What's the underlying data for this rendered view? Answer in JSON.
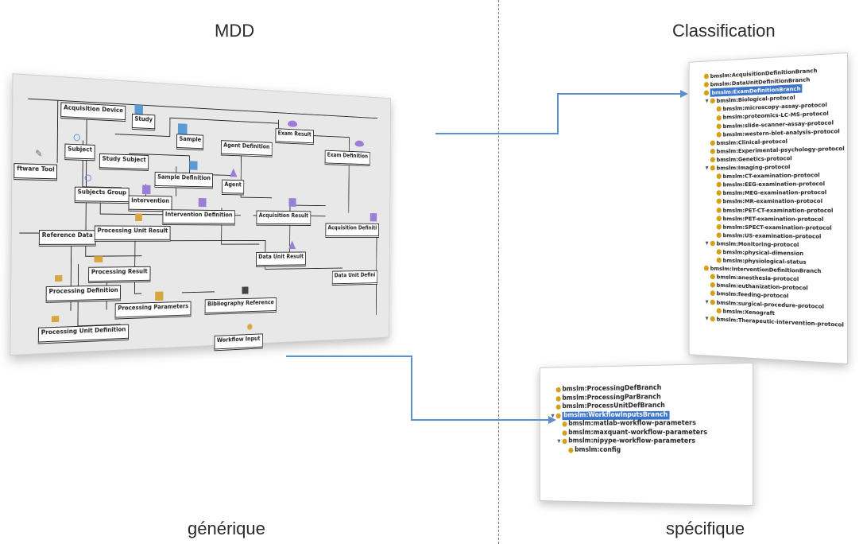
{
  "headings": {
    "mdd": "MDD",
    "classification": "Classification",
    "generique": "générique",
    "specifique": "spécifique"
  },
  "colors": {
    "arrow": "#5b8fd0",
    "selected": "#3b74c9",
    "node_dot": "#d4a017"
  },
  "mdd_boxes": [
    {
      "id": "acq-device",
      "label": "Acquisition Device"
    },
    {
      "id": "study",
      "label": "Study"
    },
    {
      "id": "sample",
      "label": "Sample"
    },
    {
      "id": "exam-result",
      "label": "Exam Result"
    },
    {
      "id": "subject",
      "label": "Subject"
    },
    {
      "id": "study-subject",
      "label": "Study Subject"
    },
    {
      "id": "agent-def",
      "label": "Agent Definition"
    },
    {
      "id": "exam-def",
      "label": "Exam Definition"
    },
    {
      "id": "software-tool",
      "label": "ftware Tool"
    },
    {
      "id": "sample-def",
      "label": "Sample Definition"
    },
    {
      "id": "subjects-group",
      "label": "Subjects Group"
    },
    {
      "id": "intervention",
      "label": "Intervention"
    },
    {
      "id": "agent",
      "label": "Agent"
    },
    {
      "id": "intervention-def",
      "label": "Intervention Definition"
    },
    {
      "id": "acq-result",
      "label": "Acquisition Result"
    },
    {
      "id": "acq-def",
      "label": "Acquisition Definiti"
    },
    {
      "id": "reference-data",
      "label": "Reference Data"
    },
    {
      "id": "proc-unit-result",
      "label": "Processing Unit Result"
    },
    {
      "id": "data-unit-result",
      "label": "Data Unit Result"
    },
    {
      "id": "processing-result",
      "label": "Processing Result"
    },
    {
      "id": "data-unit-def",
      "label": "Data Unit Defini"
    },
    {
      "id": "processing-def",
      "label": "Processing Definition"
    },
    {
      "id": "processing-params",
      "label": "Processing Parameters"
    },
    {
      "id": "biblio-ref",
      "label": "Bibliography Reference"
    },
    {
      "id": "proc-unit-def",
      "label": "Processing Unit Definition"
    },
    {
      "id": "workflow-input",
      "label": "Workflow Input"
    }
  ],
  "classification_tree": [
    {
      "label": "bmslm:AcquisitionDefinitionBranch",
      "level": 0
    },
    {
      "label": "bmslm:DataUnitDefinitionBranch",
      "level": 0
    },
    {
      "label": "bmslm:ExamDefinitionBranch",
      "level": 0,
      "selected": true
    },
    {
      "label": "bmslm:Biological-protocol",
      "level": 1,
      "expanded": true
    },
    {
      "label": "bmslm:microscopy-assay-protocol",
      "level": 2
    },
    {
      "label": "bmslm:proteomics-LC-MS-protocol",
      "level": 2
    },
    {
      "label": "bmslm:slide-scanner-assay-protocol",
      "level": 2
    },
    {
      "label": "bmslm:western-blot-analysis-protocol",
      "level": 2
    },
    {
      "label": "bmslm:Clinical-protocol",
      "level": 1
    },
    {
      "label": "bmslm:Experimental-psychology-protocol",
      "level": 1
    },
    {
      "label": "bmslm:Genetics-protocol",
      "level": 1
    },
    {
      "label": "bmslm:Imaging-protocol",
      "level": 1,
      "expanded": true
    },
    {
      "label": "bmslm:CT-examination-protocol",
      "level": 2
    },
    {
      "label": "bmslm:EEG-examination-protocol",
      "level": 2
    },
    {
      "label": "bmslm:MEG-examination-protocol",
      "level": 2
    },
    {
      "label": "bmslm:MR-examination-protocol",
      "level": 2
    },
    {
      "label": "bmslm:PET-CT-examination-protocol",
      "level": 2
    },
    {
      "label": "bmslm:PET-examination-protocol",
      "level": 2
    },
    {
      "label": "bmslm:SPECT-examination-protocol",
      "level": 2
    },
    {
      "label": "bmslm:US-examination-protocol",
      "level": 2
    },
    {
      "label": "bmslm:Monitoring-protocol",
      "level": 1,
      "expanded": true
    },
    {
      "label": "bmslm:physical-dimension",
      "level": 2
    },
    {
      "label": "bmslm:physiological-status",
      "level": 2
    },
    {
      "label": "bmslm:InterventionDefinitionBranch",
      "level": 0
    },
    {
      "label": "bmslm:anesthesia-protocol",
      "level": 1
    },
    {
      "label": "bmslm:euthanization-protocol",
      "level": 1
    },
    {
      "label": "bmslm:feeding-protocol",
      "level": 1
    },
    {
      "label": "bmslm:surgical-procedure-protocol",
      "level": 1,
      "expanded": true
    },
    {
      "label": "bmslm:Xenograft",
      "level": 2
    },
    {
      "label": "bmslm:Therapeutic-intervention-protocol",
      "level": 1,
      "expanded": true
    }
  ],
  "specific_tree": [
    {
      "label": "bmslm:ProcessingDefBranch",
      "level": 0
    },
    {
      "label": "bmslm:ProcessingParBranch",
      "level": 0
    },
    {
      "label": "bmslm:ProcessUnitDefBranch",
      "level": 0
    },
    {
      "label": "bmslm:WorkflowInputsBranch",
      "level": 0,
      "selected": true,
      "expanded": true
    },
    {
      "label": "bmslm:matlab-workflow-parameters",
      "level": 1
    },
    {
      "label": "bmslm:maxquant-workflow-parameters",
      "level": 1
    },
    {
      "label": "bmslm:nipype-workflow-parameters",
      "level": 1,
      "expanded": true
    },
    {
      "label": "bmslm:config",
      "level": 2
    }
  ]
}
